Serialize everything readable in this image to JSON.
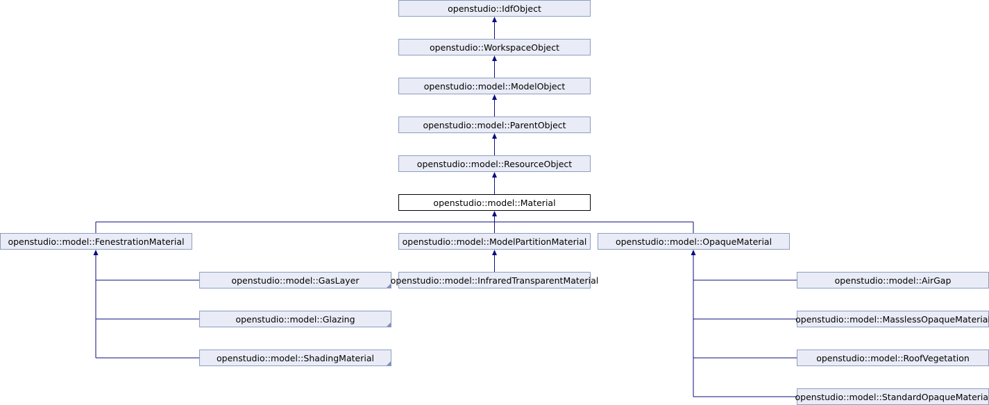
{
  "diagram": {
    "edge_color": "#0b0b7f",
    "node_fill": "#e9ecf6",
    "node_border": "#8c9cbf",
    "current_fill": "#ffffff",
    "current_border": "#000000",
    "nodes": {
      "idf_object": "openstudio::IdfObject",
      "workspace_object": "openstudio::WorkspaceObject",
      "model_object": "openstudio::model::ModelObject",
      "parent_object": "openstudio::model::ParentObject",
      "resource_object": "openstudio::model::ResourceObject",
      "material": "openstudio::model::Material",
      "fenestration_material": "openstudio::model::FenestrationMaterial",
      "model_partition_material": "openstudio::model::ModelPartitionMaterial",
      "opaque_material": "openstudio::model::OpaqueMaterial",
      "gas_layer": "openstudio::model::GasLayer",
      "glazing": "openstudio::model::Glazing",
      "shading_material": "openstudio::model::ShadingMaterial",
      "infrared_transparent_material": "openstudio::model::InfraredTransparentMaterial",
      "air_gap": "openstudio::model::AirGap",
      "massless_opaque_material": "openstudio::model::MasslessOpaqueMaterial",
      "roof_vegetation": "openstudio::model::RoofVegetation",
      "standard_opaque_material": "openstudio::model::StandardOpaqueMaterial"
    }
  }
}
